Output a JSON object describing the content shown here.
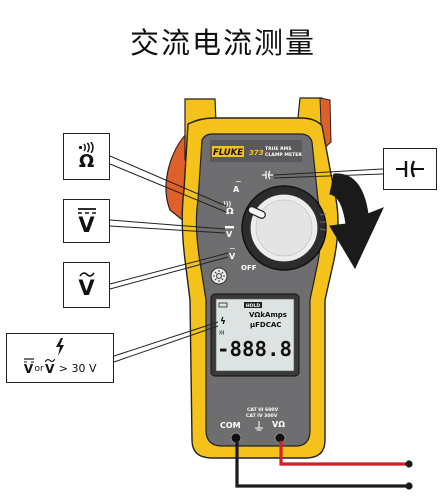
{
  "title": "交流电流测量",
  "meter": {
    "brand": "FLUKE",
    "model": "373",
    "model_subtitle": "TRUE RMS\nCLAMP METER",
    "dial": {
      "ac_amps_label": "A",
      "resistance_label": "Ω",
      "dc_volts_label": "V",
      "ac_volts_label": "V",
      "off_label": "OFF"
    },
    "lcd": {
      "hold_label": "HOLD",
      "units_line1": "VΩkAmps",
      "units_line2": "μFDCAC",
      "digits": "-888.8"
    },
    "terminals": {
      "com_label": "COM",
      "cat_line1": "CAT III 600V",
      "cat_line2": "CAT IV 300V",
      "v_ohm_label": "VΩ"
    }
  },
  "callouts": {
    "resistance_symbol": "Ω",
    "dc_volts_symbol": "V",
    "ac_volts_symbol": "V",
    "warning_text_or": "or",
    "warning_text_threshold": "> 30 V",
    "warning_v": "V"
  },
  "colors": {
    "yellow": "#F5C21B",
    "dark_gray": "#6E6E70",
    "orange_jaw": "#E0602A",
    "lcd": "#DDE2E2",
    "red_lead": "#D21F24",
    "black_lead": "#1A1A1A"
  }
}
